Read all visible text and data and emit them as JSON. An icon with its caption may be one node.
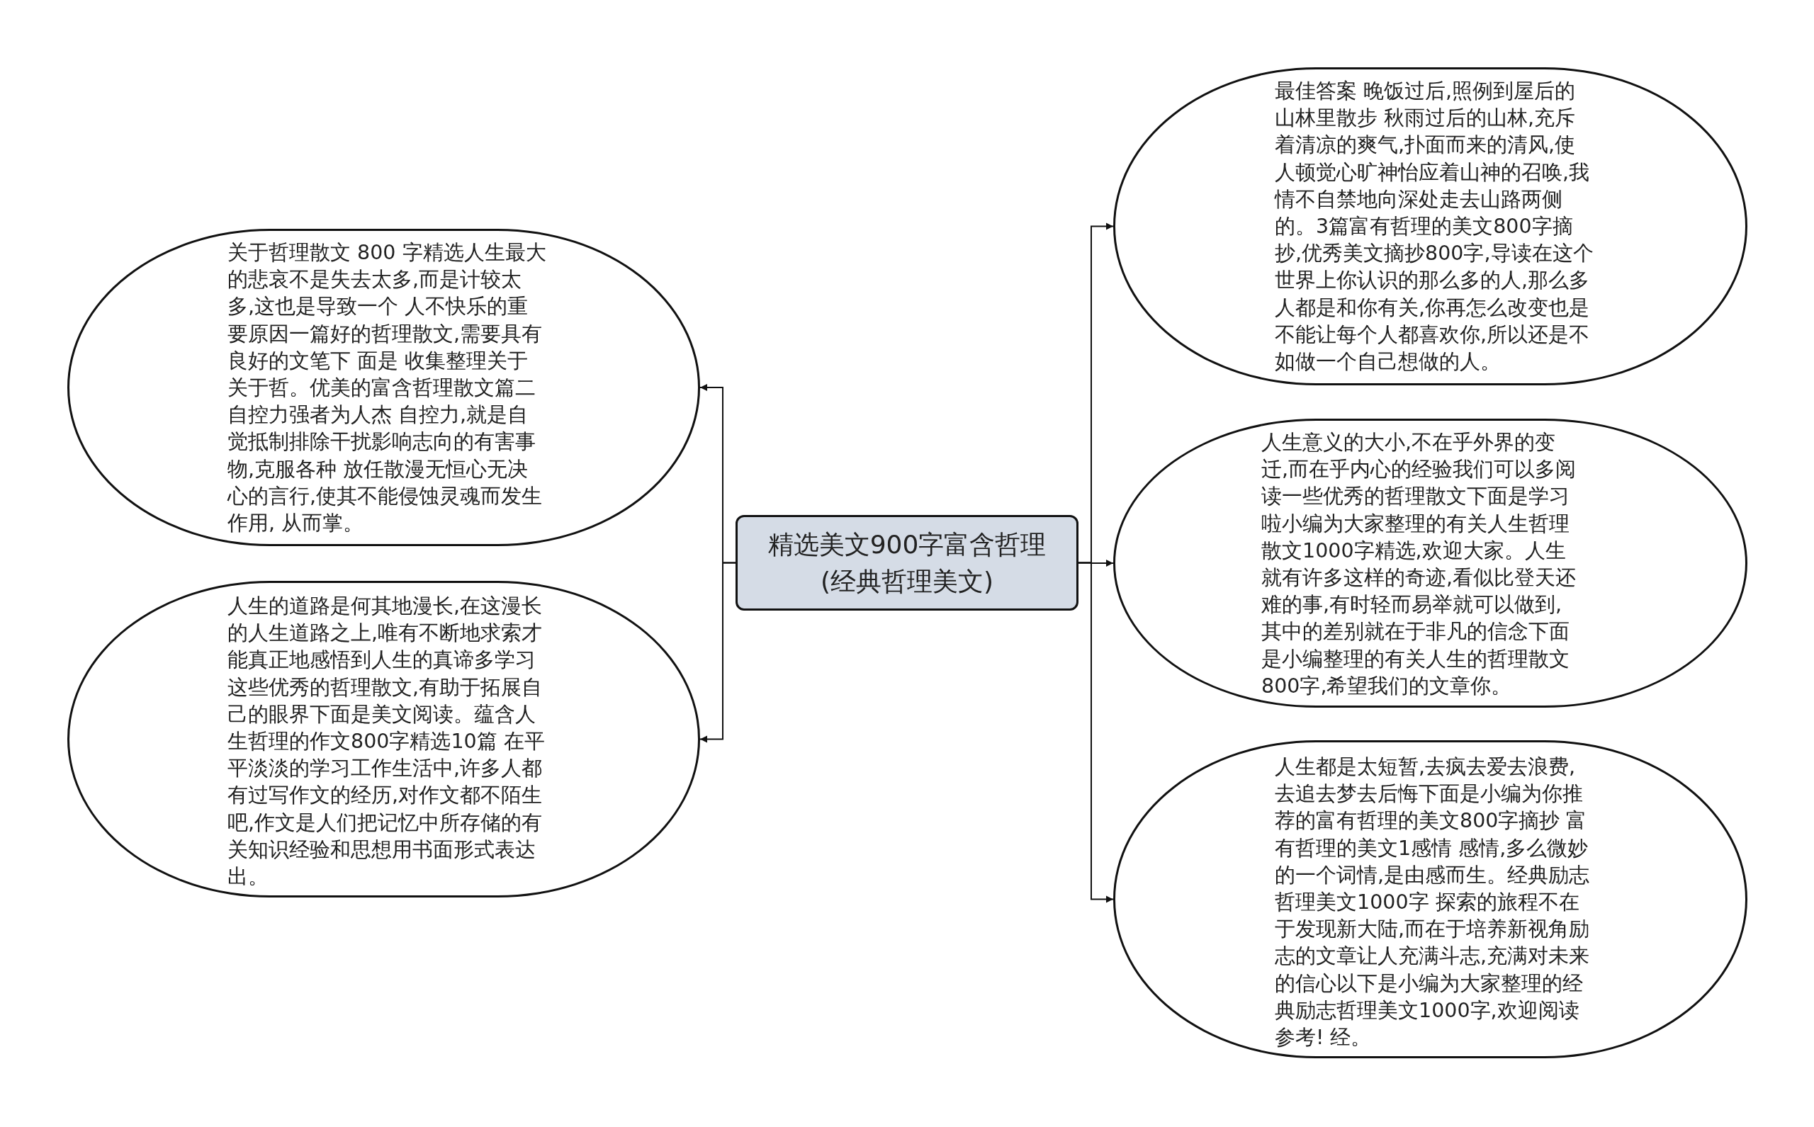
{
  "diagram": {
    "nodes": [
      {
        "text": [
          "精选美文900字富含哲理(经典哲理美文)"
        ]
      },
      {
        "text": [
          "关于哲理散文 800 字精选人生最大的悲哀不是失去太多,而是计较太多,这也是导致一个 人不快乐的重要原因一篇好的哲理散文,需要具有良好的文笔下 面是 收集整理关于关于哲。优美的富含哲理散文篇二自控力强者为人杰 自控力,就是自觉抵制排除干扰影响志向的有害事物,克服各种 放任散漫无恒心无决心的言行,使其不能侵蚀灵魂而发生作用, 从而掌。"
        ]
      },
      {
        "text": [
          "人生的道路是何其地漫长,在这漫长的人生道路之上,唯有不断地求索才能真正地感悟到人生的真谛多学习这些优秀的哲理散文,有助于拓展自己的眼界下面是美文阅读。蕴含人生哲理的作文800字精选10篇 在平平淡淡的学习工作生活中,许多人都有过写作文的经历,对作文都不陌生吧,作文是人们把记忆中所存储的有关知识经验和思想用书面形式表达出。"
        ]
      },
      {
        "text": [
          "最佳答案 晚饭过后,照例到屋后的山林里散步 秋雨过后的山林,充斥着清凉的爽气,扑面而来的清风,使人顿觉心旷神怡应着山神的召唤,我情不自禁地向深处走去山路两侧的。3篇富有哲理的美文800字摘抄,优秀美文摘抄800字,导读在这个世界上你认识的那么多的人,那么多人都是和你有关,你再怎么改变也是不能让每个人都喜欢你,所以还是不如做一个自己想做的人。"
        ]
      },
      {
        "text": [
          "人生意义的大小,不在乎外界的变迁,而在乎内心的经验我们可以多阅读一些优秀的哲理散文下面是学习啦小编为大家整理的有关人生哲理散文1000字精选,欢迎大家。人生就有许多这样的奇迹,看似比登天还难的事,有时轻而易举就可以做到,其中的差别就在于非凡的信念下面是小编整理的有关人生的哲理散文800字,希望我们的文章你。"
        ]
      },
      {
        "text": [
          "人生都是太短暂,去疯去爱去浪费,去追去梦去后悔下面是小编为你推荐的富有哲理的美文800字摘抄 富有哲理的美文1感情 感情,多么微妙的一个词情,是由感而生。经典励志哲理美文1000字 探索的旅程不在于发现新大陆,而在于培养新视角励志的文章让人充满斗志,充满对未来的信心以下是小编为大家整理的经典励志哲理美文1000字,欢迎阅读参考! 经。"
        ]
      }
    ],
    "edges": [
      {
        "from": 0,
        "to": 1,
        "arrow": "to"
      },
      {
        "from": 0,
        "to": 2,
        "arrow": "to"
      },
      {
        "from": 0,
        "to": 3,
        "arrow": "to"
      },
      {
        "from": 0,
        "to": 4,
        "arrow": "to"
      },
      {
        "from": 0,
        "to": 5,
        "arrow": "to"
      }
    ]
  }
}
